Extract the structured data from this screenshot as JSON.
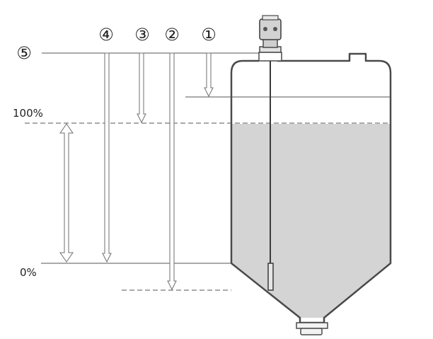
{
  "markers": {
    "m1": "①",
    "m2": "②",
    "m3": "③",
    "m4": "④",
    "m5": "⑤"
  },
  "levels": {
    "full": "100%",
    "empty": "0%"
  },
  "colors": {
    "liquid": "#d4d4d4",
    "outline": "#4a4a4a",
    "dashed": "#555555",
    "arrow": "#6f6f6f"
  }
}
